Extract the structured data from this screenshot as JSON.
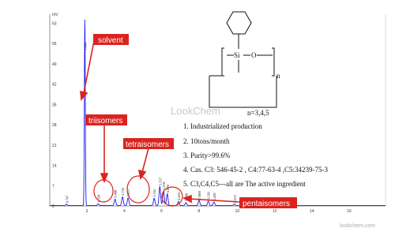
{
  "chart_data": {
    "type": "line",
    "ylabel": "mV",
    "x_ticks": [
      "2",
      "4",
      "6",
      "8",
      "10",
      "12",
      "14",
      "16"
    ],
    "y_ticks": [
      "63",
      "56",
      "49",
      "42",
      "35",
      "28",
      "21",
      "14",
      "7",
      "0"
    ],
    "xlim": [
      0,
      18
    ],
    "ylim": [
      0,
      65
    ],
    "series": [
      {
        "peaks": [
          {
            "x": 0.9,
            "y": 0.4,
            "label": "0.747"
          },
          {
            "x": 1.88,
            "y": 64.5,
            "label": "1.880"
          },
          {
            "x": 2.6,
            "y": 0.6,
            "label": "2.530"
          },
          {
            "x": 3.5,
            "y": 2.2,
            "label": "3.400"
          },
          {
            "x": 3.9,
            "y": 3.0,
            "label": "3.743"
          },
          {
            "x": 4.2,
            "y": 2.6,
            "label": "3.857"
          },
          {
            "x": 5.6,
            "y": 2.5,
            "label": "5.335"
          },
          {
            "x": 5.9,
            "y": 6.5,
            "label": "5.557"
          },
          {
            "x": 6.1,
            "y": 5.0,
            "label": "5.910"
          },
          {
            "x": 6.3,
            "y": 4.0,
            "label": "6.078"
          },
          {
            "x": 6.9,
            "y": 1.4,
            "label": "6.833"
          },
          {
            "x": 7.3,
            "y": 1.0,
            "label": "7.200"
          },
          {
            "x": 8.0,
            "y": 1.8,
            "label": "7.800"
          },
          {
            "x": 8.5,
            "y": 1.5,
            "label": "8.120"
          },
          {
            "x": 8.8,
            "y": 1.2,
            "label": "8.420"
          },
          {
            "x": 9.9,
            "y": 0.5,
            "label": "9.653"
          }
        ]
      }
    ]
  },
  "callouts": {
    "solvent": "solvent",
    "triisomers": "triisomers",
    "tetraisomers": "tetraisomers",
    "pentaisomers": "pentaisomers"
  },
  "structure": {
    "si": "Si",
    "o": "O",
    "n": "n",
    "n_values": "n=3,4,5"
  },
  "watermark_center": "LookChem",
  "info_list": [
    "1.  Industrialized production",
    "2.  10tons/month",
    "3.  Purity>99.6%",
    "4.  Cas. C3:  546-45-2 , C4:77-63-4 ,C5:34239-75-3",
    "5.  C3,C4,C5---all are The active ingredient"
  ],
  "watermark_corner": "lookchem.com",
  "colors": {
    "trace": "#1a1aee",
    "callout_bg": "#d9241f",
    "circle": "#d9241f",
    "axis": "#777777"
  }
}
